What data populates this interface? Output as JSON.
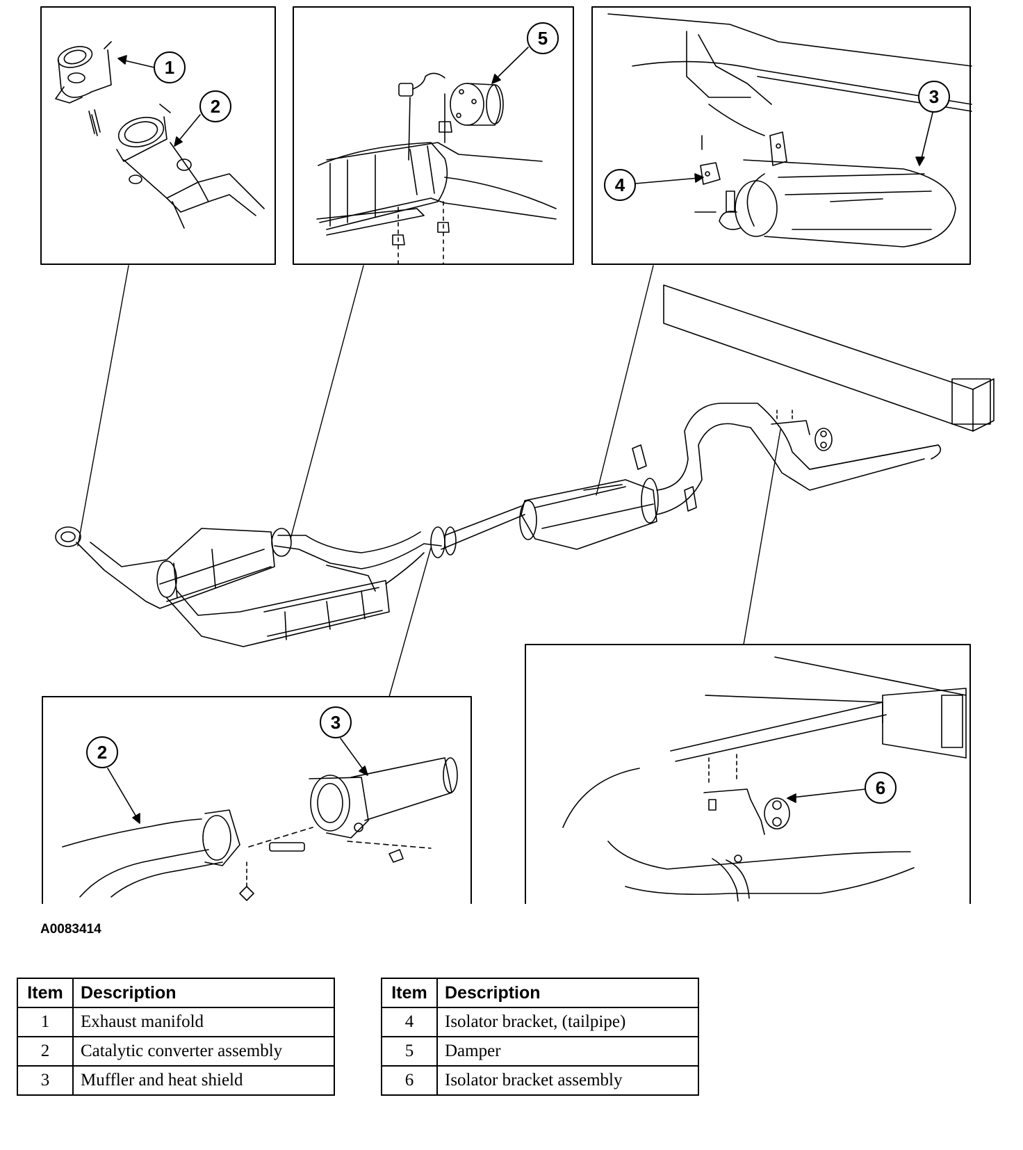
{
  "figure_id": "A0083414",
  "callouts": {
    "panel_top_left": "1",
    "panel_top_left_b": "2",
    "panel_top_middle": "5",
    "panel_top_right": "3",
    "panel_top_right_b": "4",
    "panel_bottom_left": "2",
    "panel_bottom_left_b": "3",
    "panel_bottom_right": "6"
  },
  "legend": {
    "header_item": "Item",
    "header_description": "Description",
    "left_rows": [
      {
        "item": "1",
        "description": "Exhaust manifold"
      },
      {
        "item": "2",
        "description": "Catalytic converter assembly"
      },
      {
        "item": "3",
        "description": "Muffler and heat shield"
      }
    ],
    "right_rows": [
      {
        "item": "4",
        "description": "Isolator bracket, (tailpipe)"
      },
      {
        "item": "5",
        "description": "Damper"
      },
      {
        "item": "6",
        "description": "Isolator bracket assembly"
      }
    ]
  }
}
